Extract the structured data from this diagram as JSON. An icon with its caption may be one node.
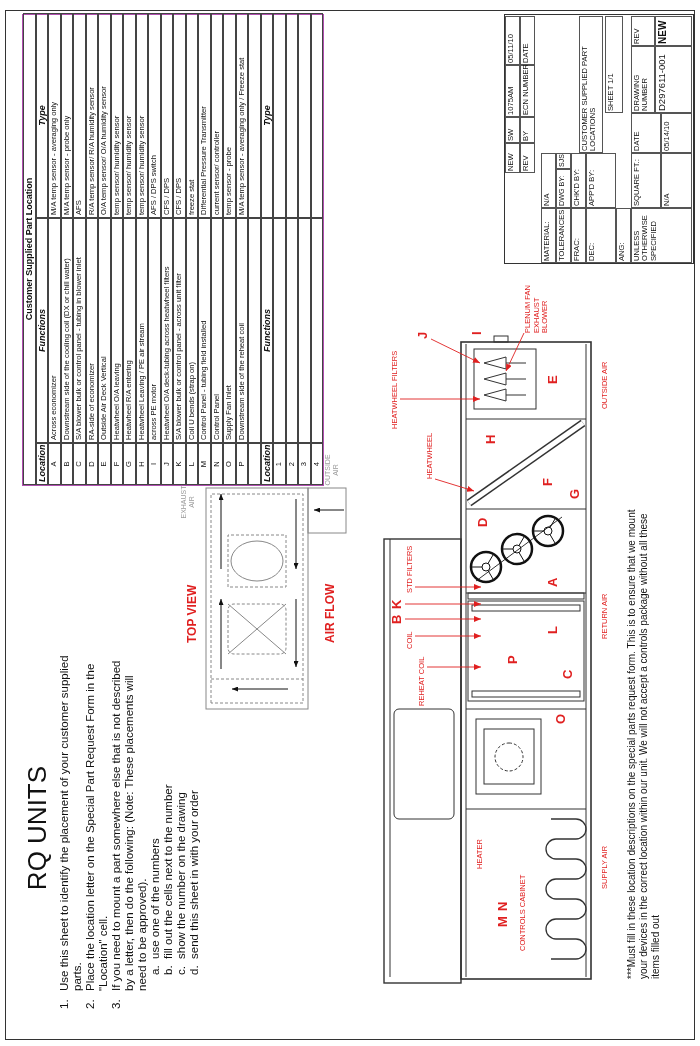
{
  "diagram": {
    "title": "RQ UNITS",
    "nodes": [
      {
        "text": [
          "HEATWHEEL FILTERS"
        ]
      },
      {
        "text": [
          "J"
        ]
      },
      {
        "text": [
          "HEATWHEEL"
        ]
      },
      {
        "text": [
          "PLENUM FAN EXHAUST BLOWER"
        ]
      },
      {
        "text": [
          "STD FILTERS"
        ]
      },
      {
        "text": [
          "K"
        ]
      },
      {
        "text": [
          "B"
        ]
      },
      {
        "text": [
          "COIL"
        ]
      },
      {
        "text": [
          "REHEAT COIL"
        ]
      }
    ],
    "edges": [
      {
        "from": 0,
        "to": null,
        "arrow": "to"
      },
      {
        "from": 1,
        "to": null,
        "arrow": "to"
      },
      {
        "from": 2,
        "to": null,
        "arrow": "to"
      },
      {
        "from": 3,
        "to": null,
        "arrow": "to"
      },
      {
        "from": 4,
        "to": null,
        "arrow": "to"
      },
      {
        "from": 5,
        "to": null,
        "arrow": "to"
      },
      {
        "from": 6,
        "to": null,
        "arrow": "to"
      },
      {
        "from": 7,
        "to": null,
        "arrow": "to"
      },
      {
        "from": 8,
        "to": null,
        "arrow": "to"
      }
    ],
    "labels": [
      "1.",
      "Use this sheet to identify the placement of your customer supplied parts.",
      "2.",
      "Place the location letter on the Special Part Request Form in the \"Location\" cell.",
      "3.",
      "If you need to mount a part somewhere else that is not described by a letter, then do the following: (Note: These placements will need to be approved).",
      "a.",
      "use one of the numbers",
      "b.",
      "fill out the cells next to the number",
      "c.",
      "show the number on the drawing",
      "d.",
      "send this sheet in with your order",
      "TOP VIEW",
      "AIR FLOW",
      "EXHAUST AIR",
      "OUTSIDE AIR",
      "Customer Supplied Part Location",
      "Location",
      "Functions",
      "Type",
      "A",
      "Across economizer",
      "M/A temp sensor - averaging only",
      "B",
      "Downstream side of the cooling coil (DX or chill water)",
      "M/A temp sensor - probe only",
      "C",
      "S/A blower bulk or control panel - tubing in blower inlet",
      "AFS",
      "D",
      "RA-side of economizer",
      "R/A temp sensor/ R/A humidity sensor",
      "E",
      "Outside Air Deck Vertical",
      "O/A temp sensor/ O/A humidity sensor",
      "F",
      "Heatwheel O/A leaving",
      "temp sensor/ humidity sensor",
      "G",
      "Heatwheel R/A entering",
      "temp sensor/ humidity sensor",
      "H",
      "Heatwheel Leaving / PE air stream",
      "temp sensor/ humidity sensor",
      "I",
      "across PE motor",
      "AFS / DPS switch",
      "J",
      "Heatwheel O/A deck-tubing across heatwheel filters",
      "CFS / DPS",
      "K",
      "S/A blower bulk or control panel - across unit filter",
      "CFS / DPS",
      "L",
      "Coil U bends (strap on)",
      "freeze stat",
      "M",
      "Control Panel - tubing field installed",
      "Differential Pressure Transmitter",
      "N",
      "Control Panel",
      "current sensor/ controller",
      "O",
      "Supply Fan Inlet",
      "temp sensor - probe",
      "P",
      "Downstream side of the reheat coil",
      "M/A temp sensor - averaging only / Freeze stat",
      "Location",
      "Functions",
      "Type",
      "1",
      "2",
      "3",
      "4",
      "I",
      "E",
      "H",
      "F",
      "G",
      "D",
      "A",
      "L",
      "P",
      "C",
      "O",
      "M",
      "N",
      "CONTROLS CABINET",
      "HEATER",
      "OUTSIDE AIR",
      "RETURN AIR",
      "SUPPLY AIR",
      "***Must fill in these location descriptions on the special parts request form. This is to ensure that we mount your devices in the correct location within our unit. We will not accept a controls package without all these items filled out",
      "NEW",
      "SW",
      "1075AM",
      "05/11/10",
      "REV",
      "BY",
      "ECN NUMBER",
      "DATE",
      "MATERIAL:",
      "N/A",
      "TOLERANCES",
      "DWG BY:",
      "SJS",
      "FRAC:",
      "CHK'D BY:",
      "DEC:",
      "APP'D BY:",
      "ANG:",
      "UNLESS OTHERWISE SPECIFIED",
      "SQUARE FT.:",
      "N/A",
      "DATE",
      "05/14/10",
      "CUSTOMER SUPPLIED PART LOCATIONS",
      "SHEET 1/1",
      "DRAWING NUMBER",
      "D297611-001",
      "REV",
      "NEW"
    ]
  }
}
